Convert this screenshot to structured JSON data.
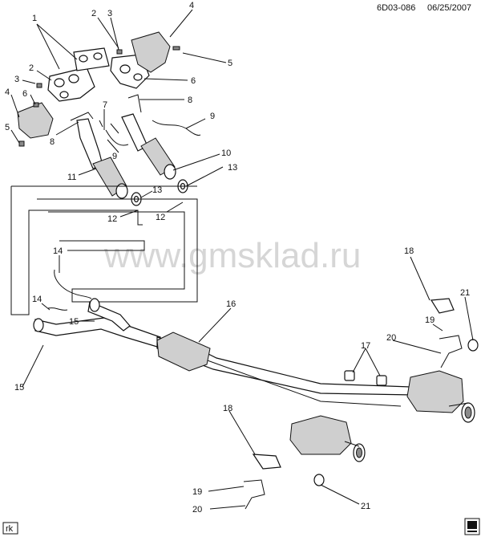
{
  "header": {
    "code": "6D03-086",
    "date": "06/25/2007"
  },
  "watermark": "www.gmsklad.ru",
  "footer": {
    "tag": "rk"
  },
  "callouts": [
    "1",
    "2",
    "3",
    "4",
    "5",
    "6",
    "7",
    "8",
    "9",
    "10",
    "11",
    "12",
    "13",
    "14",
    "15",
    "16",
    "17",
    "18",
    "19",
    "20",
    "21"
  ]
}
